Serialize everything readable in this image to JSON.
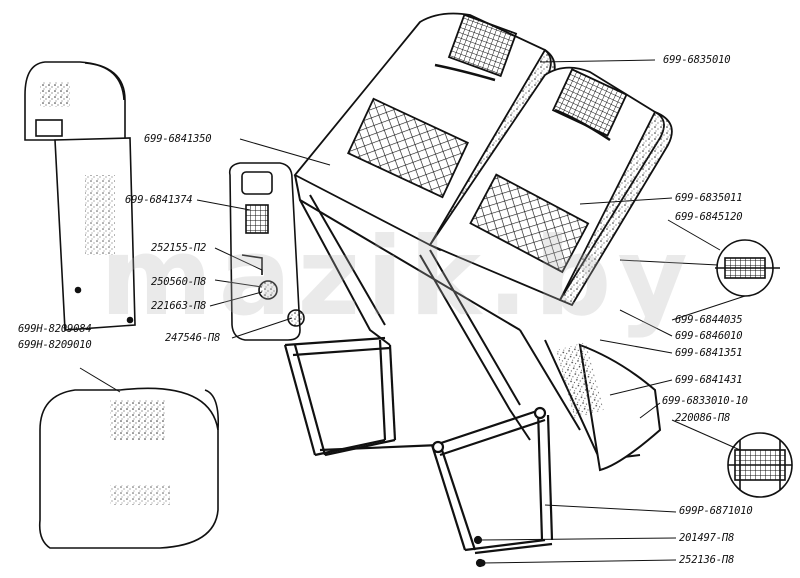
{
  "watermark": "mazik.by",
  "labels": {
    "l01": "699-6835010",
    "l02": "699-6841350",
    "l03": "699-6841374",
    "l04": "699-6835011",
    "l05": "699-6845120",
    "l06": "252155-П2",
    "l07": "250560-П8",
    "l08": "221663-П8",
    "l09": "247546-П8",
    "l10": "699-6844035",
    "l11": "699-6846010",
    "l12": "699-6841351",
    "l13": "699Н-8209084",
    "l14": "699Н-8209010",
    "l15": "699-6841431",
    "l16": "699-6833010-10",
    "l17": "220086-П8",
    "l18": "699Р-6871010",
    "l19": "201497-П8",
    "l20": "252136-П8"
  }
}
